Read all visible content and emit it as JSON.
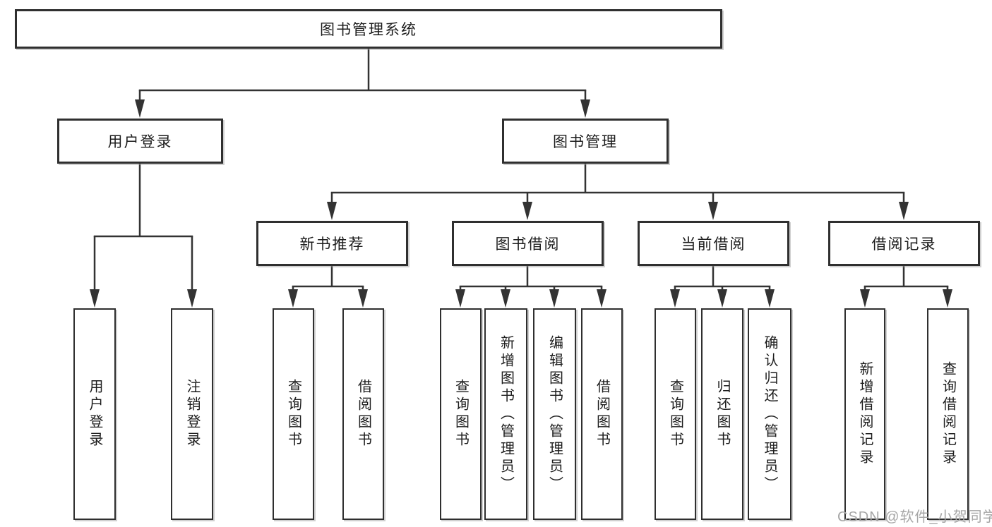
{
  "diagram": {
    "title": "图书管理系统",
    "root": {
      "label": "图书管理系统"
    },
    "branches": [
      {
        "label": "用户登录",
        "children": [
          {
            "label": "用户登录"
          },
          {
            "label": "注销登录"
          }
        ]
      },
      {
        "label": "图书管理",
        "children": [
          {
            "label": "新书推荐",
            "children": [
              {
                "label": "查询图书"
              },
              {
                "label": "借阅图书"
              }
            ]
          },
          {
            "label": "图书借阅",
            "children": [
              {
                "label": "查询图书"
              },
              {
                "label": "新增图书（管理员）"
              },
              {
                "label": "编辑图书（管理员）"
              },
              {
                "label": "借阅图书"
              }
            ]
          },
          {
            "label": "当前借阅",
            "children": [
              {
                "label": "查询图书"
              },
              {
                "label": "归还图书"
              },
              {
                "label": "确认归还（管理员）"
              }
            ]
          },
          {
            "label": "借阅记录",
            "children": [
              {
                "label": "新增借阅记录"
              },
              {
                "label": "查询借阅记录"
              }
            ]
          }
        ]
      }
    ]
  },
  "watermark": {
    "text": "CSDN @软件_小贺同学"
  },
  "colors": {
    "line": "#333333",
    "box_border": "#2f2f2f",
    "text": "#1d1d1d",
    "watermark": "#a6a6a6",
    "background": "#ffffff"
  }
}
